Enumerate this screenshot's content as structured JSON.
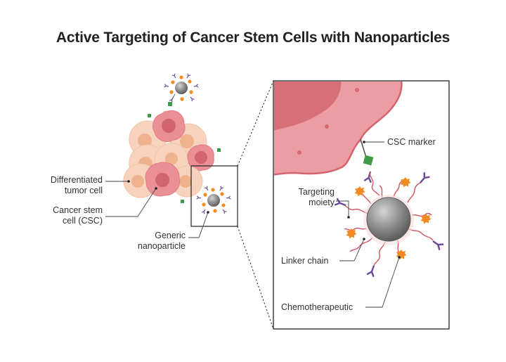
{
  "title": "Active Targeting of Cancer Stem Cells with Nanoparticles",
  "labels": {
    "differentiated_line1": "Differentiated",
    "differentiated_line2": "tumor cell",
    "csc_line1": "Cancer stem",
    "csc_line2": "cell (CSC)",
    "generic_line1": "Generic",
    "generic_line2": "nanoparticle",
    "csc_marker": "CSC marker",
    "targeting_line1": "Targeting",
    "targeting_line2": "moiety",
    "linker_chain": "Linker chain",
    "chemotherapeutic": "Chemotherapeutic"
  },
  "colors": {
    "differentiated_cell": "#f7d3bd",
    "differentiated_nucleus": "#eeb28d",
    "csc_cell": "#e98f95",
    "csc_nucleus": "#d2646e",
    "nanoparticle": "#8c8c8c",
    "drug": "#f08c22",
    "antibody": "#6b4a9a",
    "marker": "#3f9a45",
    "linker": "#d2555f"
  }
}
